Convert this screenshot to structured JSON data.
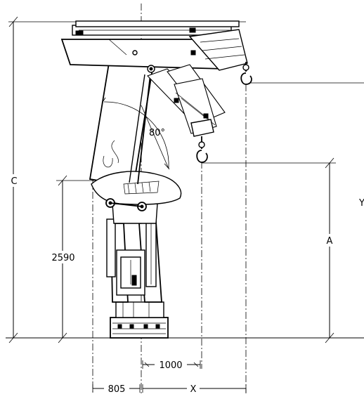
{
  "diagram": {
    "labels": {
      "angle": "80°",
      "dim_c": "C",
      "dim_a": "A",
      "dim_y": "Y",
      "dim_2590": "2590",
      "dim_1000": "1000",
      "dim_805": "805",
      "dim_x": "X"
    }
  }
}
